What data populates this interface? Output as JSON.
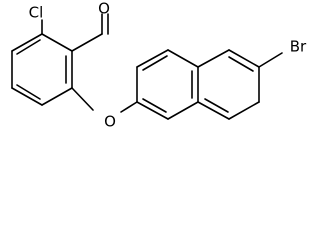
{
  "molecule": {
    "atoms": {
      "chlorine": "Cl",
      "oxygen_aldehyde": "O",
      "oxygen_ether": "O",
      "bromine": "Br"
    },
    "colors": {
      "bond": "#000000",
      "label": "#000000",
      "background": "#ffffff"
    }
  }
}
